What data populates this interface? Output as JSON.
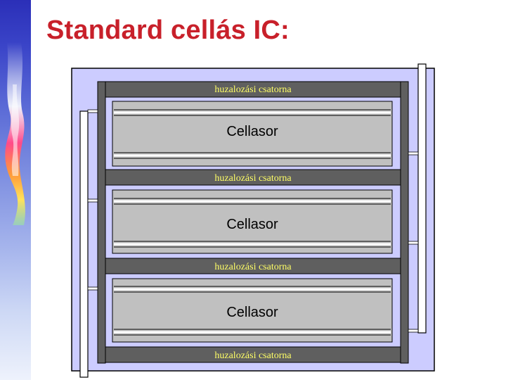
{
  "slide": {
    "title": "Standard cellás IC:"
  },
  "diagram": {
    "channels": [
      "huzalozási csatorna",
      "huzalozási csatorna",
      "huzalozási csatorna",
      "huzalozási csatorna"
    ],
    "cell_rows": [
      "Cellasor",
      "Cellasor",
      "Cellasor"
    ]
  },
  "colors": {
    "title": "#c8202a",
    "chip_background": "#ccccff",
    "channel_fill": "#5f5f5f",
    "channel_text": "#ffff66",
    "cell_row_fill": "#c0c0c0",
    "side_stripe": "#2b2fb8"
  }
}
